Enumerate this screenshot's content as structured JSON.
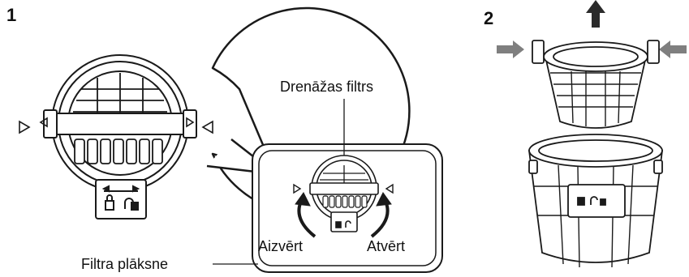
{
  "steps": [
    {
      "number": "1"
    },
    {
      "number": "2"
    }
  ],
  "labels": {
    "drain_filter": "Drenāžas filtrs",
    "close": "Aizvērt",
    "open": "Atvērt",
    "filter_plate": "Filtra plāksne"
  },
  "colors": {
    "line": "#1a1a1a",
    "arrow_gray": "#7f7f7f",
    "arrow_dark": "#2b2b2b",
    "background": "#ffffff"
  },
  "icons": [
    "lock-closed-icon",
    "lock-open-icon",
    "triangle-marker-icon",
    "curved-arrow-icon",
    "push-arrow-icon",
    "lift-arrow-icon"
  ]
}
